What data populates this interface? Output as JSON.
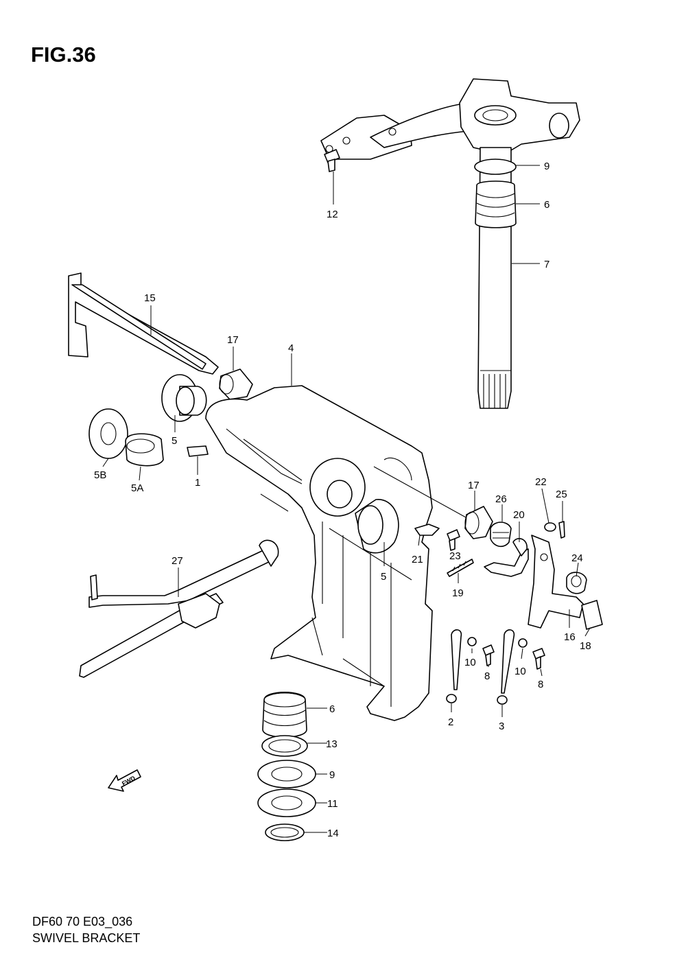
{
  "figure": {
    "title": "FIG.36"
  },
  "footer": {
    "model_code": "DF60 70 E03_036",
    "caption": "SWIVEL BRACKET"
  },
  "direction_arrow": {
    "label": "FWD"
  },
  "callouts": [
    {
      "id": "c-9-top",
      "label": "9"
    },
    {
      "id": "c-6-top",
      "label": "6"
    },
    {
      "id": "c-7",
      "label": "7"
    },
    {
      "id": "c-12",
      "label": "12"
    },
    {
      "id": "c-15",
      "label": "15"
    },
    {
      "id": "c-17-left",
      "label": "17"
    },
    {
      "id": "c-4",
      "label": "4"
    },
    {
      "id": "c-5-upper",
      "label": "5"
    },
    {
      "id": "c-5b",
      "label": "5B"
    },
    {
      "id": "c-5a",
      "label": "5A"
    },
    {
      "id": "c-1",
      "label": "1"
    },
    {
      "id": "c-17-right",
      "label": "17"
    },
    {
      "id": "c-26",
      "label": "26"
    },
    {
      "id": "c-22",
      "label": "22"
    },
    {
      "id": "c-25",
      "label": "25"
    },
    {
      "id": "c-20",
      "label": "20"
    },
    {
      "id": "c-23",
      "label": "23"
    },
    {
      "id": "c-21",
      "label": "21"
    },
    {
      "id": "c-5-lower",
      "label": "5"
    },
    {
      "id": "c-24",
      "label": "24"
    },
    {
      "id": "c-19",
      "label": "19"
    },
    {
      "id": "c-27",
      "label": "27"
    },
    {
      "id": "c-16",
      "label": "16"
    },
    {
      "id": "c-18",
      "label": "18"
    },
    {
      "id": "c-10-left",
      "label": "10"
    },
    {
      "id": "c-8-left",
      "label": "8"
    },
    {
      "id": "c-10-right",
      "label": "10"
    },
    {
      "id": "c-8-right",
      "label": "8"
    },
    {
      "id": "c-2",
      "label": "2"
    },
    {
      "id": "c-3",
      "label": "3"
    },
    {
      "id": "c-6-lower",
      "label": "6"
    },
    {
      "id": "c-13",
      "label": "13"
    },
    {
      "id": "c-9-lower",
      "label": "9"
    },
    {
      "id": "c-11",
      "label": "11"
    },
    {
      "id": "c-14",
      "label": "14"
    }
  ]
}
